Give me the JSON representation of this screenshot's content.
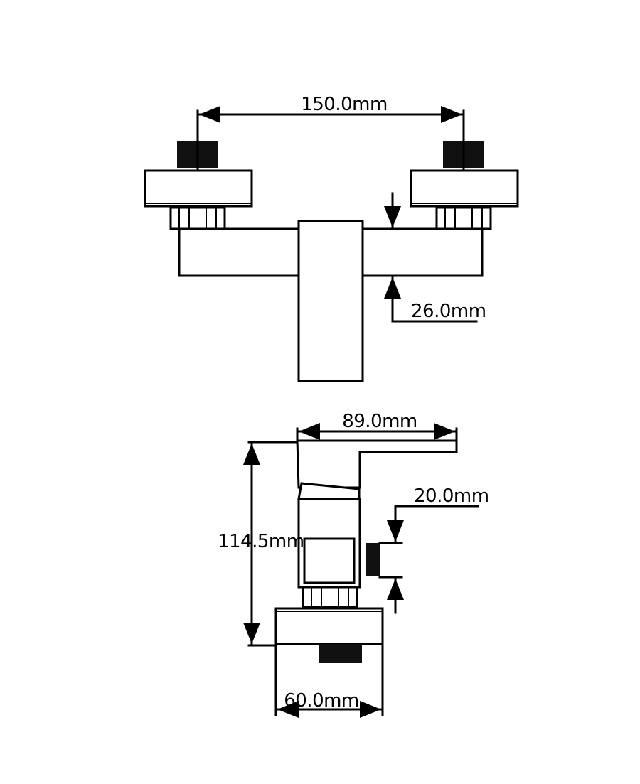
{
  "dimensions": {
    "inlet_spacing": "150.0mm",
    "body_height": "26.0mm",
    "handle_length": "89.0mm",
    "outlet_size": "20.0mm",
    "total_height": "114.5mm",
    "flange_width": "60.0mm"
  },
  "colors": {
    "line": "#000000",
    "background": "#ffffff",
    "thread": "#111111"
  }
}
